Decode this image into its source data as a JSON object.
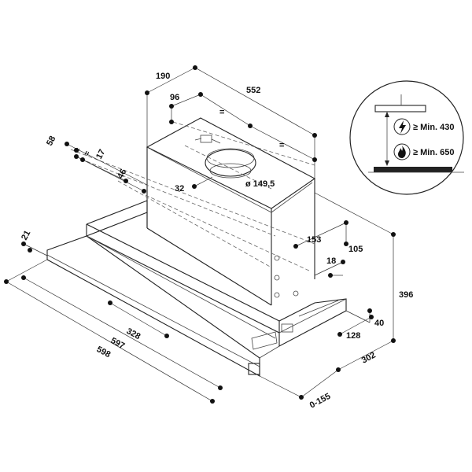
{
  "dimensions": {
    "d190": "190",
    "d552": "552",
    "d96": "96",
    "eq_top": "=",
    "eq_mid": "=",
    "d58": "58",
    "d17": "17",
    "eq_left_a": "=",
    "eq_left_b": "=",
    "d46": "46",
    "d32": "32",
    "d149": "ø 149,5",
    "d21": "21",
    "d153": "153",
    "d105": "105",
    "d18": "18",
    "d396": "396",
    "d328": "328",
    "d597": "597",
    "d598": "598",
    "d40": "40",
    "d128": "128",
    "d302": "302",
    "d0155": "0-155"
  },
  "inset": {
    "electric_label": "≥ Min. 430",
    "gas_label": "≥ Min. 650",
    "electric_icon": "lightning-icon",
    "gas_icon": "flame-icon"
  }
}
